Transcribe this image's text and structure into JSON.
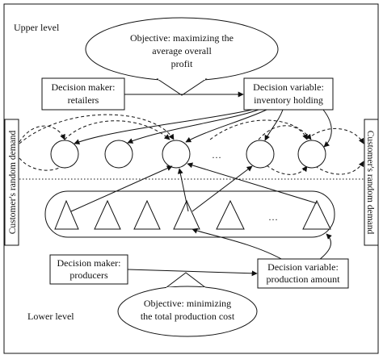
{
  "levels": {
    "upper": "Upper level",
    "lower": "Lower level"
  },
  "upper_objective": {
    "line1": "Objective: maximizing the",
    "line2": "average overall",
    "line3": "profit"
  },
  "upper_decision_maker": {
    "line1": "Decision maker:",
    "line2": "retailers"
  },
  "upper_decision_variable": {
    "line1": "Decision variable:",
    "line2": "inventory holding"
  },
  "retailer_ellipsis": "…",
  "producer_ellipsis": "…",
  "lower_decision_maker": {
    "line1": "Decision maker:",
    "line2": "producers"
  },
  "lower_decision_variable": {
    "line1": "Decision variable:",
    "line2": "production amount"
  },
  "lower_objective": {
    "line1": "Objective: minimizing",
    "line2": "the total production cost"
  },
  "side_labels": {
    "left": "Customer's random demand",
    "right": "Customer's random demand"
  },
  "colors": {
    "stroke": "#111111",
    "background": "#ffffff"
  }
}
